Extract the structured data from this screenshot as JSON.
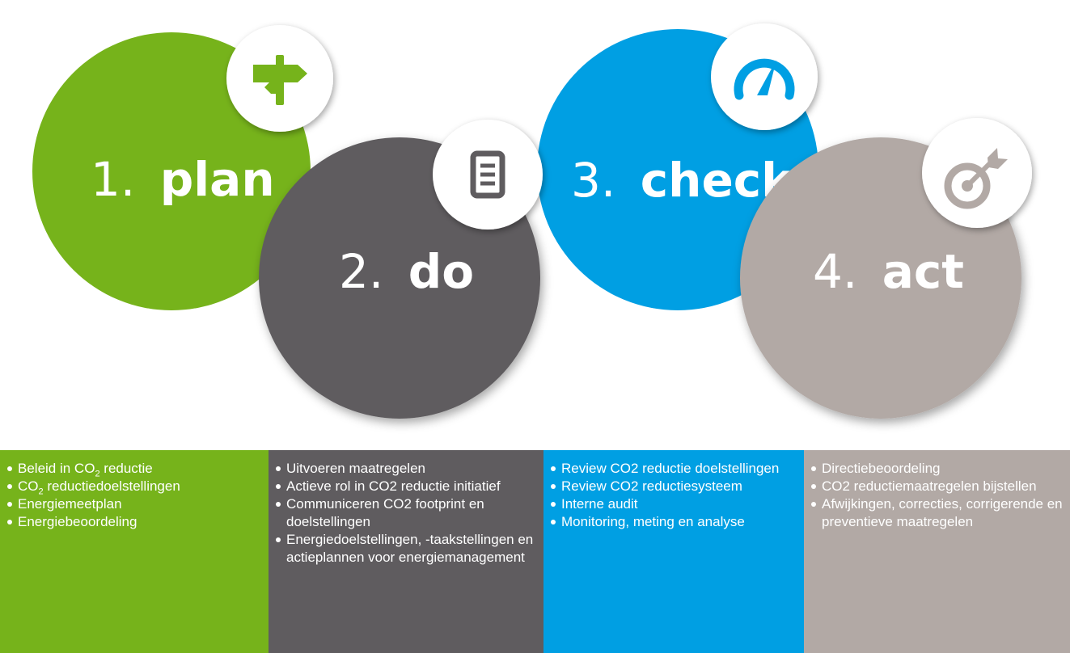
{
  "colors": {
    "plan": "#76b31b",
    "do": "#5f5c5f",
    "check": "#009fe3",
    "act": "#b2a9a5",
    "icon_badge": "#ffffff"
  },
  "steps": [
    {
      "number": "1.",
      "word": "plan",
      "icon": "signpost-icon",
      "items": [
        "Beleid in CO₂ reductie",
        "CO₂ reductiedoelstellingen",
        "Energiemeetplan",
        "Energiebeoordeling"
      ]
    },
    {
      "number": "2.",
      "word": "do",
      "icon": "document-icon",
      "items": [
        "Uitvoeren maatregelen",
        "Actieve rol in CO2 reductie initiatief",
        "Communiceren CO2 footprint en doelstellingen",
        "Energiedoelstellingen, -taakstellingen en actieplannen voor energiemanagement"
      ]
    },
    {
      "number": "3.",
      "word": "check",
      "icon": "speedometer-icon",
      "items": [
        "Review CO2 reductie doelstellingen",
        "Review  CO2 reductiesysteem",
        "Interne audit",
        "Monitoring, meting en analyse"
      ]
    },
    {
      "number": "4.",
      "word": "act",
      "icon": "target-arrow-icon",
      "items": [
        "Directiebeoordeling",
        "CO2 reductiemaatregelen bijstellen",
        "Afwijkingen, correcties, corrigerende en preventieve maatregelen"
      ]
    }
  ]
}
